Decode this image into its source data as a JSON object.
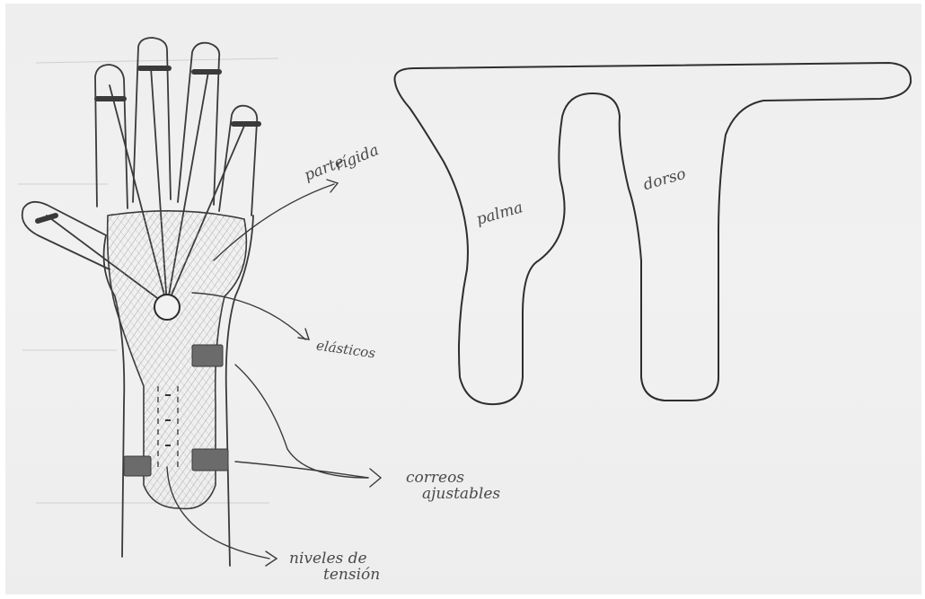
{
  "labels": {
    "rigid_line1": "parte",
    "rigid_line2": "rígida",
    "elastic": "elásticos",
    "straps_line1": "correos",
    "straps_line2": "ajustables",
    "tension_line1": "niveles de",
    "tension_line2": "tensión",
    "palm": "palma",
    "back": "dorso"
  },
  "colors": {
    "paper": "#efefef",
    "pencil": "#3a3a3a",
    "shade": "#bdbdbd"
  }
}
